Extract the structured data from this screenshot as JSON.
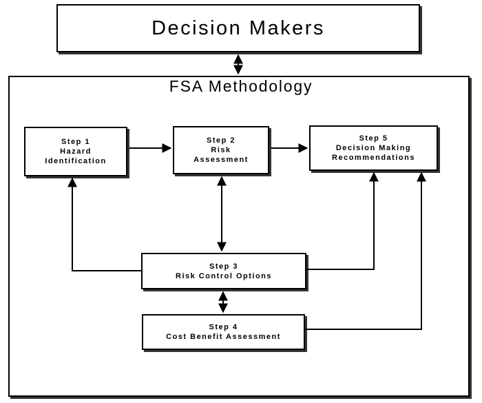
{
  "decision_makers": {
    "label": "Decision Makers"
  },
  "methodology": {
    "title": "FSA Methodology"
  },
  "steps": [
    {
      "id": "step1",
      "lines": [
        "Step 1",
        "Hazard",
        "Identification"
      ]
    },
    {
      "id": "step2",
      "lines": [
        "Step 2",
        "Risk",
        "Assessment"
      ]
    },
    {
      "id": "step5",
      "lines": [
        "Step 5",
        "Decision Making",
        "Recommendations"
      ]
    },
    {
      "id": "step3",
      "lines": [
        "Step 3",
        "Risk Control Options"
      ]
    },
    {
      "id": "step4",
      "lines": [
        "Step 4",
        "Cost Benefit Assessment"
      ]
    }
  ]
}
